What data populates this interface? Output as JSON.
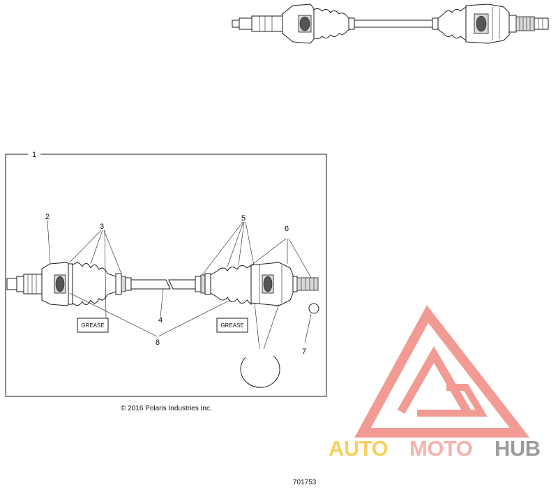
{
  "callouts": {
    "c1": "1",
    "c2": "2",
    "c3": "3",
    "c4": "4",
    "c5": "5",
    "c6": "6",
    "c7": "7",
    "c8": "8"
  },
  "grease_label_left": "GREASE",
  "grease_label_right": "GREASE",
  "copyright": "© 2016 Polaris Industries Inc.",
  "document_number": "701753",
  "watermark": {
    "text_part1": "AUTO",
    "text_part2": "MOTO",
    "text_part3": "HUB",
    "color_part1": "#f7c843",
    "color_part2": "#f4a6a0",
    "color_part3": "#8a8a8a",
    "triangle_color": "#f08a82"
  }
}
